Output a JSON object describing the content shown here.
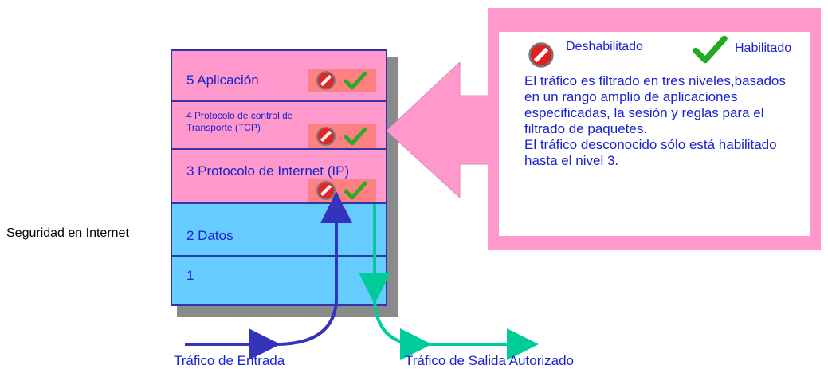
{
  "side_label": "Seguridad en Internet",
  "layers": [
    {
      "label": "5 Aplicación",
      "style": "pink"
    },
    {
      "label": "4 Protocolo de control de Transporte (TCP)",
      "style": "pink"
    },
    {
      "label": "3 Protocolo de Internet (IP)",
      "style": "pink"
    },
    {
      "label": "2 Datos",
      "style": "blue"
    },
    {
      "label": "1",
      "style": "blue"
    }
  ],
  "legend": {
    "disabled_label": "Deshabilitado",
    "enabled_label": "Habilitado"
  },
  "description": [
    "El tráfico es filtrado en tres niveles,basados en un rango amplio de aplicaciones especificadas, la sesión y reglas para el filtrado de paquetes.",
    "El tráfico desconocido sólo está habilitado hasta el nivel 3."
  ],
  "flows": {
    "inbound_label": "Tráfico de Entrada",
    "outbound_label": "Tráfico de Salida Autorizado"
  },
  "colors": {
    "pink": "#ff99cc",
    "blue": "#66ccff",
    "text": "#1a22cc",
    "inbound_arrow": "#3333bb",
    "outbound_arrow": "#00cc99",
    "icon_bg": "#ff7f7f"
  }
}
